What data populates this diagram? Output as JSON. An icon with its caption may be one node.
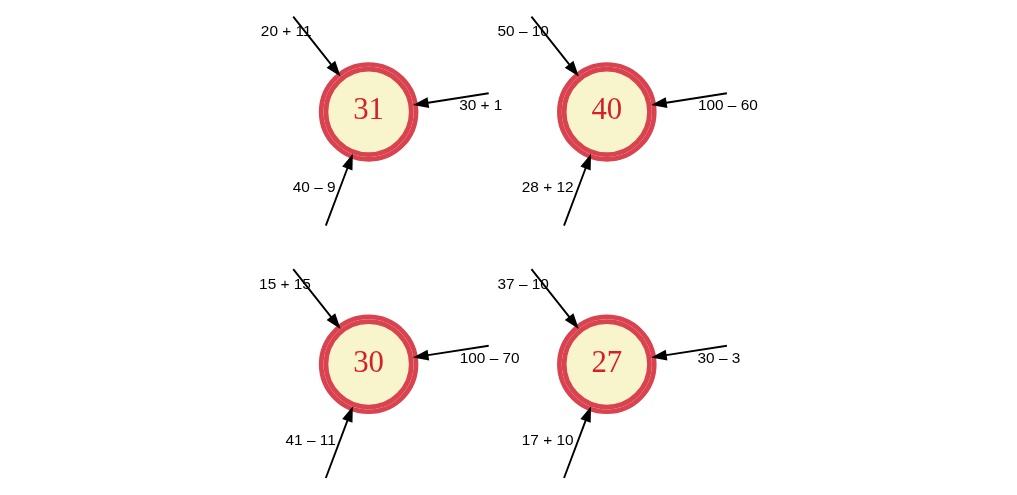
{
  "diagram": {
    "nodes": [
      {
        "text": [
          "31"
        ]
      },
      {
        "text": [
          "40"
        ]
      },
      {
        "text": [
          "30"
        ]
      },
      {
        "text": [
          "27"
        ]
      }
    ],
    "edges": [
      {
        "from": null,
        "to": 0,
        "arrow": "to",
        "label": "30 + 1"
      },
      {
        "from": null,
        "to": 0,
        "arrow": "to",
        "label": "40 – 9"
      },
      {
        "from": null,
        "to": 0,
        "arrow": "to",
        "label": "20 + 11"
      },
      {
        "from": null,
        "to": 1,
        "arrow": "to",
        "label": "100 – 60"
      },
      {
        "from": null,
        "to": 1,
        "arrow": "to",
        "label": "28 + 12"
      },
      {
        "from": null,
        "to": 1,
        "arrow": "to",
        "label": "50 – 10"
      },
      {
        "from": null,
        "to": 2,
        "arrow": "to",
        "label": "100 – 70"
      },
      {
        "from": null,
        "to": 2,
        "arrow": "to",
        "label": "41 – 11"
      },
      {
        "from": null,
        "to": 2,
        "arrow": "to",
        "label": "15 + 15"
      },
      {
        "from": null,
        "to": 3,
        "arrow": "to",
        "label": "30 – 3"
      },
      {
        "from": null,
        "to": 3,
        "arrow": "to",
        "label": "17 + 10"
      },
      {
        "from": null,
        "to": 3,
        "arrow": "to",
        "label": "37 – 10"
      }
    ]
  }
}
